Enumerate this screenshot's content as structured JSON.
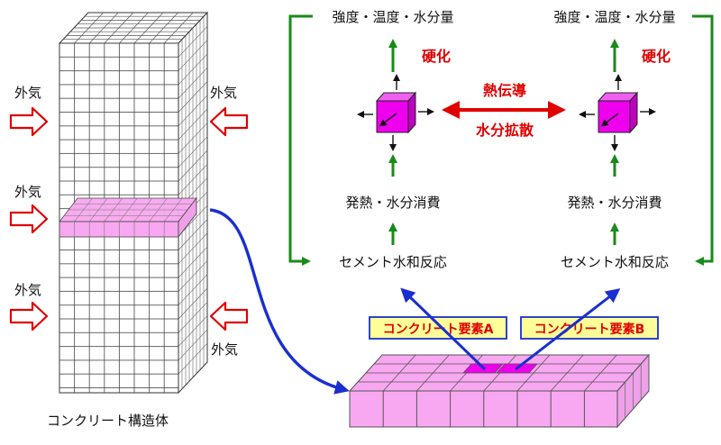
{
  "diagram": {
    "column_caption": "コンクリート構造体",
    "outside_air": "外気",
    "left_top": "強度・温度・水分量",
    "right_top": "強度・温度・水分量",
    "left_harden": "硬化",
    "right_harden": "硬化",
    "heat_conduction": "熱伝導",
    "moisture_diffusion": "水分拡散",
    "left_heat": "発熱・水分消費",
    "right_heat": "発熱・水分消費",
    "left_reaction": "セメント水和反応",
    "right_reaction": "セメント水和反応",
    "element_a": "コンクリート要素A",
    "element_b": "コンクリート要素B"
  },
  "colors": {
    "feedback_line": "#1a8a1a",
    "exchange_arrow": "#e00000",
    "zoom_arrow": "#1a2fd0",
    "element_fill": "#f8a8f0",
    "element_highlight": "#ee00ee",
    "label_box_fill": "#ffff99"
  }
}
